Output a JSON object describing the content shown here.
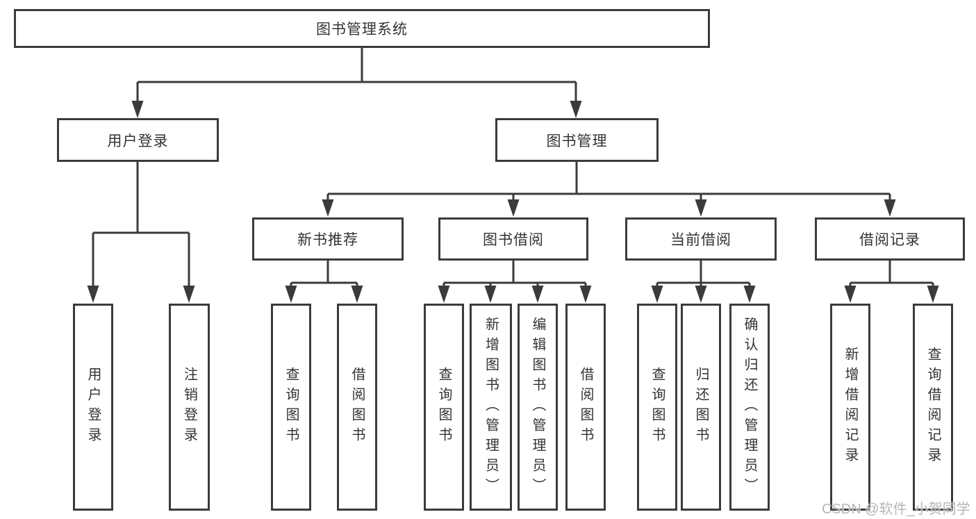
{
  "colors": {
    "line": "#3b3b3b",
    "text": "#333333",
    "background": "#ffffff",
    "watermark": "#b5b5b5"
  },
  "tree": {
    "root": {
      "label": "图书管理系统"
    },
    "branches": [
      {
        "label": "用户登录",
        "leaves": [
          {
            "label": "用户登录"
          },
          {
            "label": "注销登录"
          }
        ]
      },
      {
        "label": "图书管理",
        "groups": [
          {
            "label": "新书推荐",
            "leaves": [
              {
                "label": "查询图书"
              },
              {
                "label": "借阅图书"
              }
            ]
          },
          {
            "label": "图书借阅",
            "leaves": [
              {
                "label": "查询图书"
              },
              {
                "label": "新增图书（管理员）"
              },
              {
                "label": "编辑图书（管理员）"
              },
              {
                "label": "借阅图书"
              }
            ]
          },
          {
            "label": "当前借阅",
            "leaves": [
              {
                "label": "查询图书"
              },
              {
                "label": "归还图书"
              },
              {
                "label": "确认归还（管理员）"
              }
            ]
          },
          {
            "label": "借阅记录",
            "leaves": [
              {
                "label": "新增借阅记录"
              },
              {
                "label": "查询借阅记录"
              }
            ]
          }
        ]
      }
    ]
  },
  "watermark": {
    "text": "CSDN @软件_小贺同学"
  }
}
